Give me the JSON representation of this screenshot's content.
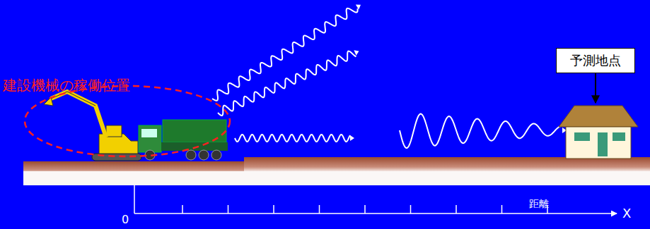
{
  "diagram": {
    "nodes": [
      {
        "text": [
          "予測地点"
        ]
      }
    ],
    "labels": [
      "建設機械の稼働位置",
      "距離",
      "0",
      "X"
    ]
  }
}
